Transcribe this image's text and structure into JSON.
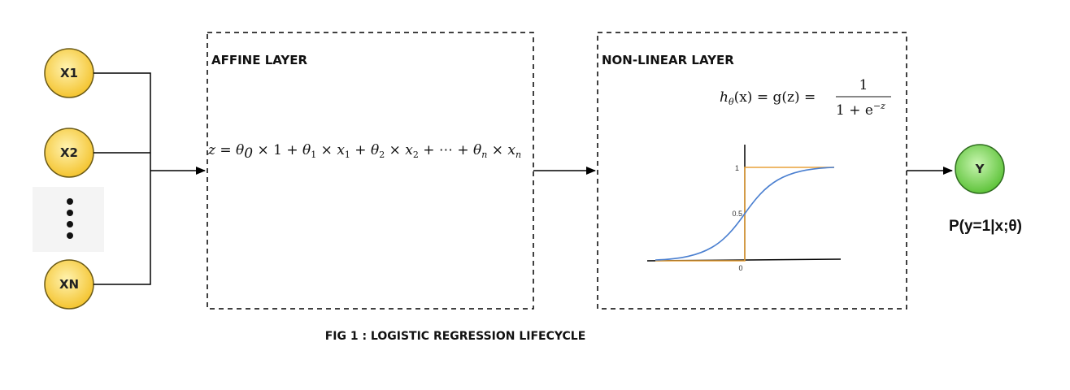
{
  "nodes": {
    "x1": "X1",
    "x2": "X2",
    "xn": "XN",
    "y": "Y"
  },
  "affine_layer": {
    "title": "AFFINE LAYER",
    "equation": {
      "lhs": "z = ",
      "t0": "θ",
      "s0": "0",
      "m0": " × 1 + ",
      "t1": "θ",
      "s1": "1",
      "m1": " × x",
      "xs1": "1",
      "p1": " + ",
      "t2": "θ",
      "s2": "2",
      "m2": " × x",
      "xs2": "2",
      "p2": " + ⋯ + ",
      "tn": "θ",
      "sn": "n",
      "mn": " × x",
      "xsn": "n"
    }
  },
  "nonlinear_layer": {
    "title": "NON-LINEAR LAYER",
    "formula": {
      "h": "h",
      "h_sub": "θ",
      "lhs_rest": "(x) = g(z) = ",
      "numerator": "1",
      "denominator": "1 + e",
      "exponent": "−z"
    },
    "plot_ticks": {
      "y_top": "1",
      "y_mid": "0.5",
      "x_zero": "0"
    },
    "colors": {
      "sigmoid": "#4a7fd0",
      "step": "#e8a23a"
    }
  },
  "output": {
    "label": "P(y=1|x;θ)"
  },
  "caption": "FIG 1 : LOGISTIC REGRESSION LIFECYCLE",
  "colors": {
    "input_node_fill": "#f6d24a",
    "input_node_stroke": "#6b5a16",
    "output_node_fill": "#6fcf4c",
    "output_node_stroke": "#2f6d1f"
  }
}
